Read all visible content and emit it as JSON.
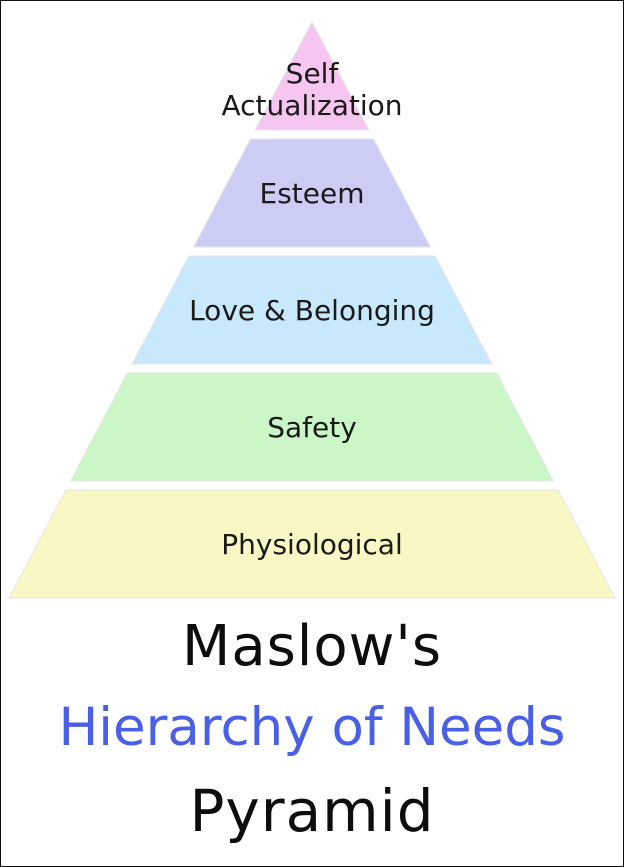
{
  "pyramid": {
    "tiers": [
      {
        "lines": [
          "Self",
          "Actualization"
        ],
        "color": "#f6c6f0"
      },
      {
        "lines": [
          "Esteem"
        ],
        "color": "#cccdf4"
      },
      {
        "lines": [
          "Love & Belonging"
        ],
        "color": "#c8e8fb"
      },
      {
        "lines": [
          "Safety"
        ],
        "color": "#cbf7c8"
      },
      {
        "lines": [
          "Physiological"
        ],
        "color": "#f9f7c3"
      }
    ]
  },
  "title": {
    "line1": "Maslow's",
    "line2": "Hierarchy of Needs",
    "line3": "Pyramid",
    "line2_color": "#4a5fe8"
  }
}
